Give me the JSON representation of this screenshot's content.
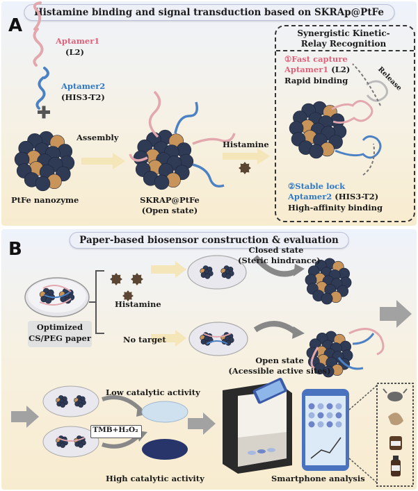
{
  "panelA": {
    "letter": "A",
    "title": "Histamine binding and signal transduction based on SKRAp@PtFe",
    "aptamer1_name": "Aptamer1",
    "aptamer1_code": "(L2)",
    "aptamer2_name": "Aptamer2",
    "aptamer2_code": "(HIS3-T2)",
    "assembly_label": "Assembly",
    "histamine_label": "Histamine",
    "ptfe_label": "PtFe nanozyme",
    "skrap_label": "SKRAP@PtFe",
    "skrap_state": "(Open state)",
    "box_title_1": "Synergistic Kinetic-",
    "box_title_2": "Relay Recognition",
    "fast_capture": "①Fast capture",
    "fast_aptamer": "Aptamer1",
    "fast_aptamer_code": "(L2)",
    "rapid_binding": "Rapid binding",
    "release_label": "Release",
    "stable_lock": "②Stable lock",
    "stable_aptamer": "Aptamer2",
    "stable_aptamer_code": "(HIS3-T2)",
    "high_affinity": "High-affinity binding"
  },
  "panelB": {
    "letter": "B",
    "title": "Paper-based biosensor construction & evaluation",
    "closed_state": "Closed state",
    "steric": "(Steric hindrance)",
    "histamine_label": "Histamine",
    "no_target": "No target",
    "paper_label_1": "Optimized",
    "paper_label_2": "CS/PEG paper",
    "open_state": "Open state",
    "accessible": "(Acessible active sites)",
    "low_activity": "Low catalytic activity",
    "high_activity": "High catalytic activity",
    "tmb_label": "TMB+H₂O₂",
    "smartphone": "Smartphone analysis"
  },
  "colors": {
    "aptamer1": "#e0627a",
    "aptamer2": "#2e78c8",
    "nanozyme": "#2f3a55",
    "gold": "#c8945a",
    "histamine": "#5a4632"
  }
}
